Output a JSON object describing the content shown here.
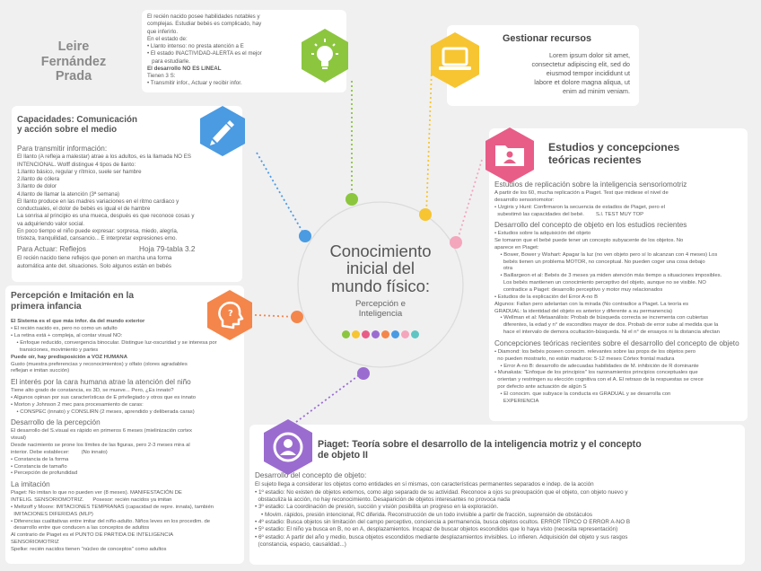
{
  "author": {
    "line1": "Leire",
    "line2": "Fernández",
    "line3": "Prada"
  },
  "center": {
    "title_l1": "Conocimiento",
    "title_l2": "inicial del",
    "title_l3": "mundo físico:",
    "subtitle_l1": "Percepción e",
    "subtitle_l2": "Inteligencia"
  },
  "colors": {
    "green": "#8cc63f",
    "yellow": "#f7c531",
    "pink": "#e85d87",
    "purple": "#9b6cd0",
    "orange": "#f4864b",
    "blue": "#4a9be2",
    "lightpink": "#f4a6bc",
    "teal": "#5ec5c3"
  },
  "intro": [
    "El recién nacido posee habilidades notables y",
    "complejas. Estudiar bebés es complicado, hay",
    "que inferirlo.",
    "En el estado de:",
    "• Llanto intenso: no presta atención a E",
    "• El estado INACTIVIDAD-ALERTA es el mejor",
    "   para estudiarle.",
    "El desarrollo NO ES LINEAL",
    "Tienen 3 S:",
    "• Transmitir infor., Actuar y recibir infor."
  ],
  "recursos": {
    "title": "Gestionar recursos",
    "body": [
      "Lorem ipsum dolor sit amet,",
      "consectetur adipiscing elit, sed do",
      "eiusmod tempor incididunt ut",
      "labore et dolore magna aliqua, ut",
      "enim ad minim veniam."
    ]
  },
  "capacidades": {
    "title_l1": "Capacidades: Comunicación",
    "title_l2": "y acción sobre el medio",
    "lines": [
      "Para transmitir información:",
      "El llanto (A refleja a malestar) atrae a los adultos, es la llamada NO ES",
      "INTENCIONAL. Wolff distingue 4 tipos de llanto:",
      "1.llanto básico, regular y rítmico, suele ser hambre",
      "2.llanto de cólera",
      "3.llanto de dolor",
      "4.llanto de llamar la atención (3ª semana)",
      "El llanto produce en las madres variaciones en el ritmo cardiaco y",
      "conductuales, el dolor de bebés es igual el de hambre",
      "La sonrisa al principio es una mueca, después es que reconoce cosas y",
      "va adquiriendo valor social.",
      "En poco tiempo el niño puede expresar: sorpresa, miedo, alegría,",
      "tristeza, tranquilidad, cansancio... E interpretar expresiones emo.",
      "Para Actuar: Reflejos                          Hoja 79-tabla 3.2",
      "El recién nacido tiene reflejos que ponen en marcha una forma",
      "automática ante det. situaciones. Solo algunos están en bebés"
    ]
  },
  "percepcion": {
    "title_l1": "Percepción e Imitación en la",
    "title_l2": "primera infancia",
    "lines": [
      "El Sistema es el que más infor. da del mundo exterior",
      "• El recién nacido es, pero no como un adulto",
      "• La retina está + compleja, al contar visual NO:",
      "    • Enfoque reducido, convergencia binocular. Distingue luz-oscuridad y se interesa por",
      "      transiciones, movimiento y partes",
      "Puede oír, hay predisposición a VOZ HUMANA",
      "Gusto (muestra preferencias y reconocimientos) y olfato (olores agradables",
      "reflejan e imitan succión)",
      "El interés por la cara humana atrae la atención del niño",
      "Tiene alto grado de constancia, es 3D, se mueve... Pero, ¿Es innato?",
      "• Algunos opinan por sus características de E privilegiado y otros que es innato",
      "• Morton y Johnson 2 mec para procesamiento de caras:",
      "    • CONSPEC (innato) y CONSLIRN (2 meses, aprendido y deliberada caras)",
      "Desarrollo de la percepción",
      "El desarrollo del S.visual es rápido en primeros 6 meses (mielinización cortex",
      "visual)",
      "Desde nacimiento se prone los límites de las figuras, pero 2-3 meses mira al",
      "interior. Debe establecer:        (No innato)",
      "• Constancia de la forma",
      "• Constancia de tamaño",
      "• Percepción de profundidad",
      "La imitación",
      "Piaget: No imitan lo que no pueden ver (8 meses). MANIFESTACIÓN DE",
      "INTELIG. SENSORIOMOTRIZ.      Posesor: recién nacidos ya imitan",
      "• Meltzoff y Moore: IMITACIONES TEMPRANAS (capacidad de repre. innata), también",
      "  IMITACIONES DIFERIDAS (MLP)",
      "• Diferencias cualitativas entre imitar del niño-adulto. Niños leves en los procedim. de",
      "  desarrollo entre que conducen a las conceptos de adultos",
      "Al contrario de Piaget es el PUNTO DE PARTIDA DE INTELIGENCIA",
      "SENSORIOMOTRIZ",
      "Spelke: recién nacidos tienen \"núcleo de conceptos\" como adultos"
    ]
  },
  "estudios": {
    "title_l1": "Estudios y concepciones",
    "title_l2": "teóricas recientes",
    "lines": [
      "Estudios de replicación sobre la inteligencia sensoriomotriz",
      "A partir de los 60, mucha replicación a Piaget. Test que midiese el nivel de",
      "desarrollo sensoriomotor:",
      "• Uzgiris y Hunt: Confirmaron la secuencia de estadios de Piaget, pero el",
      "  subestimó las capacidades del bebé.        S.l. TEST MUY TOP",
      "Desarrollo del concepto de objeto en los estudios recientes",
      "• Estudios sobre la adquisición del objeto",
      "Se tomaron que el bebé puede tener un concepto subyacente de los objetos. No",
      "aparece en Piaget:",
      "    • Bower, Bower y Wishart: Apagar la luz (no ven objeto pero sí lo alcanzan con 4 meses) Los",
      "      bebés tienen un problema MOTOR, no conceptual. No pueden coger una cosa debajo",
      "      otra",
      "    • Baillargeon et al: Bebés de 3 meses ya miden atención más tiempo a situaciones imposibles.",
      "      Los bebés mantienen un conocimiento perceptivo del objeto, aunque no se visible. NO",
      "      contradice a Piaget: desarrollo perceptivo y motor muy relacionados",
      "• Estudios de la explicación del Error A-no B",
      "Algunos: Fallan pero adelantan con la mirada (No contradice a Piaget. La teoría es",
      "GRADUAL: la identidad del objeto es anterior y diferente a su permanencia)",
      "    • Wellman et al: Metaanálisis: Probab de búsqueda correcta se incrementa con cubiertas",
      "      diferentes, la edad y n° de escondites mayor de dos. Probab de error sube al medida que la",
      "      hace el intervalo de demora ocultación-búsqueda. Ni el n° de ensayos ni la distancia afectan",
      "Concepciones teóricas recientes sobre el desarrollo del concepto de objeto",
      "• Diamond: los bebés poseen conocim. relevantes sobre las props de los objetos pero",
      "  no pueden mostrarlo, no están maduros: 5-12 meses Córtex frontal madura",
      "    • Error A-no B: desarrollo de adecuadas habilidades de M. inhibición de R dominante",
      "• Munakata: \"Enfoque de los principios\" los razonamientos principios conceptuales que",
      "  orientan y restringen su elección cognitiva con el A. El retraso de la respuestas se crece",
      "  por defecto ante actuación de algún S",
      "    • El conocim. que subyace la conducta es GRADUAL y se desarrolla con",
      "      EXPERIENCIA"
    ]
  },
  "piaget": {
    "title_l1": "Piaget: Teoría sobre el desarrollo de la inteligencia motriz y el concepto",
    "title_l2": "de objeto II",
    "lines": [
      "Desarrollo del concepto de objeto:",
      "El sujeto llega a considerar los objetos como entidades en sí mismas, con características permanentes separados e indep. de la acción",
      "• 1º estadio: No existen de objetos externos, como algo separado de su actividad. Reconoce a ojos su preoupación que el objeto, con objeto nuevo y",
      "  obstaculiza la acción, no hay reconocimiento. Desaparición de objetos interesantes no provoca nada",
      "• 3º estadio: La coordinación de presión, succión y visión posibilita un progreso en la exploración.",
      "    • Movim. rápidos, presión intencional, RC diferida. Reconstrucción de un todo invisible a partir de fracción, suprensión de obstáculos",
      "• 4º estadio: Busca objetos sin limitación del campo perceptivo, conciencia a permanencia, busca objetos ocultos. ERROR TÍPICO O ERROR A-NO B",
      "• 5º estadio: El niño ya busca en B, no en A, desplazamientos. Incapaz de buscar objetos escondidos que lo haya visto (necesita representación)",
      "• 6º estadio: A partir del año y medio, busca objetos escondidos mediante desplazamientos invisibles. Lo infieren. Adquisición del objeto y sus rasgos",
      "  (constancia, espacio, causalidad...)"
    ]
  },
  "icons": [
    "bulb-icon",
    "laptop-icon",
    "hand-pen-icon",
    "folder-user-icon",
    "head-question-icon",
    "user-icon"
  ]
}
